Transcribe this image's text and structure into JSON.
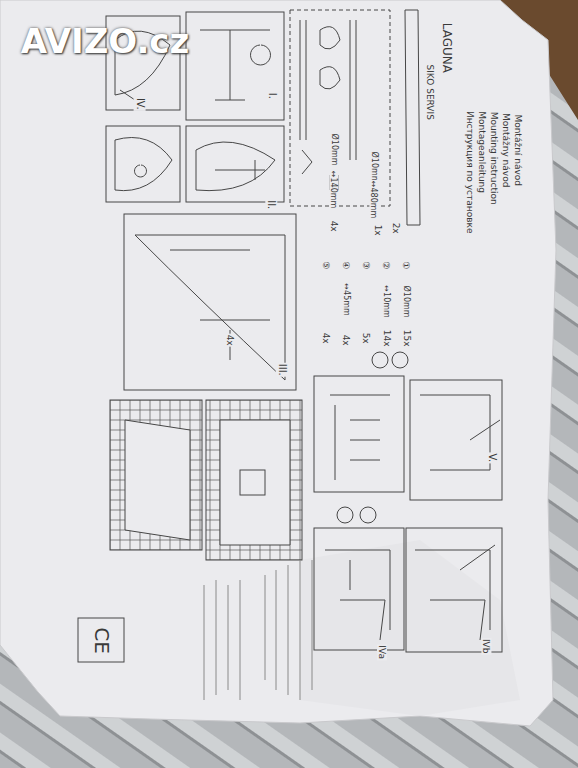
{
  "diagram": {
    "labels": [
      "AVIZO.cz",
      "LAGUNA",
      "SIKO SERVIS",
      "Montážní návod",
      "Montážny návod",
      "Mounting instruction",
      "Montageanleitung",
      "Инструкция по установке",
      "2x",
      "Ø10mm",
      "↔140mm",
      "4x",
      "Ø10mm",
      "↔480mm",
      "1x",
      "①",
      "②",
      "③",
      "④",
      "⑤",
      "Ø10mm",
      "15x",
      "↔10mm",
      "14x",
      "5x",
      "↔45mm",
      "4x",
      "4x",
      "4x",
      "I.",
      "II.",
      "III.",
      "IV.",
      "V.",
      "IVa",
      "IVb",
      "CE"
    ]
  }
}
